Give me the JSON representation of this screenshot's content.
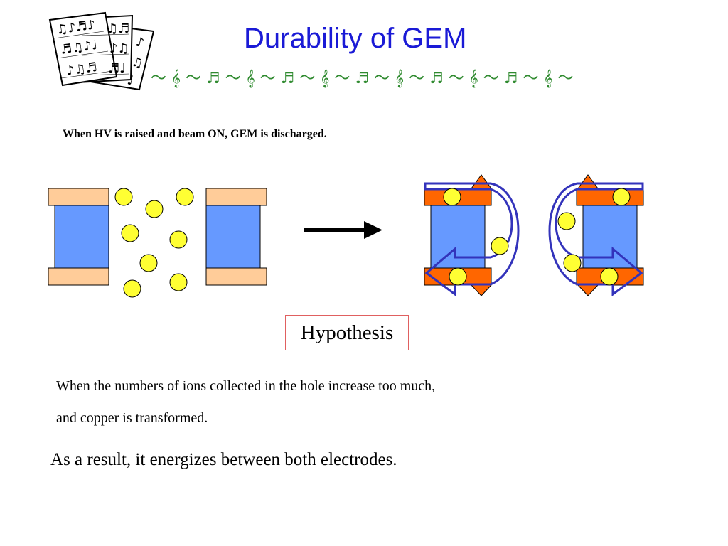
{
  "title": "Durability of GEM",
  "decoration": "～ 𝄞 ～ ♬ ～ 𝄞 ～ ♬ ～ 𝄞 ～ ♬ ～ 𝄞 ～ ♬ ～ 𝄞 ～ ♬ ～ 𝄞 ～",
  "subtitle": "When HV is raised and beam ON, GEM is discharged.",
  "hypothesis_label": "Hypothesis",
  "paragraph1_line1": "When the numbers of ions collected in the hole increase too much,",
  "paragraph1_line2": "and copper is transformed.",
  "paragraph2": "As a result, it energizes between both electrodes.",
  "clipart_icon": "sheet-music-icon",
  "colors": {
    "title": "#1a1ad6",
    "decoration": "#2f8a2f",
    "insulator": "#6699ff",
    "electrode_normal": "#ffcc99",
    "electrode_transformed": "#ff6600",
    "ion": "#ffff33",
    "discharge_arrow": "#3333bb",
    "hypothesis_border": "#e06060"
  }
}
